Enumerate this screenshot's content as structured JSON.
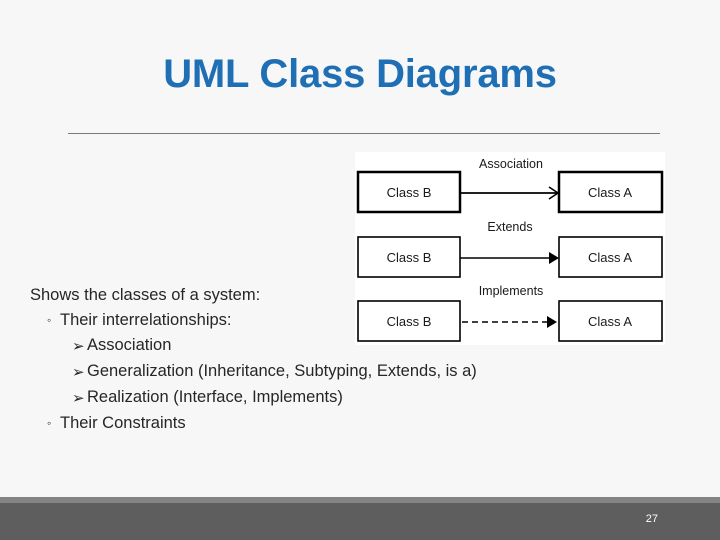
{
  "slide": {
    "title": "UML Class Diagrams",
    "title_color": "#1f6fb5",
    "background_color": "#f7f7f7",
    "page_number": "27",
    "footer_color": "#5e5e5e"
  },
  "body": {
    "lead": "Shows the classes of a system:",
    "sub1": "Their interrelationships:",
    "items": [
      "Association",
      "Generalization (Inheritance, Subtyping, Extends, is a)",
      "Realization (Interface, Implements)"
    ],
    "sub2": "Their Constraints",
    "bullet_circle": "◦",
    "bullet_arrow": "➢"
  },
  "diagram": {
    "rows": [
      {
        "label": "Association",
        "source": "Class B",
        "target": "Class A",
        "line_style": "solid",
        "arrow_head": "open"
      },
      {
        "label": "Extends",
        "source": "Class B",
        "target": "Class A",
        "line_style": "solid",
        "arrow_head": "filled"
      },
      {
        "label": "Implements",
        "source": "Class B",
        "target": "Class A",
        "line_style": "dashed",
        "arrow_head": "filled"
      }
    ]
  }
}
